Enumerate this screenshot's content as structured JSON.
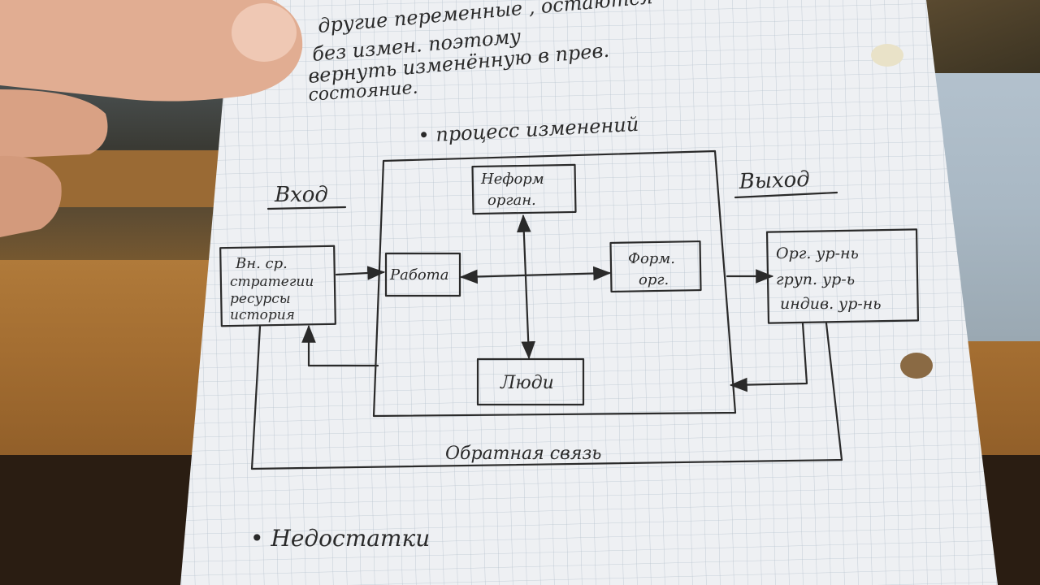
{
  "diagram": {
    "intro_lines": [
      "другие переменные , остаются",
      "без измен. поэтому",
      "вернуть изменённую в прев.",
      "состояние."
    ],
    "section_title": "• процесс изменений",
    "input_label": "Вход",
    "output_label": "Выход",
    "left_box": [
      "Вн. ср.",
      "стратегии",
      "ресурсы",
      "история"
    ],
    "box_informal": [
      "Неформ",
      "орган."
    ],
    "box_work": "Работа",
    "box_formal": [
      "Форм.",
      "орг."
    ],
    "box_people": "Люди",
    "right_box": [
      "Орг. ур-нь",
      "груп. ур-ь",
      "индив. ур-нь"
    ],
    "feedback_label": "Обратная связь",
    "bottom_heading": "• Недостатки"
  },
  "colors": {
    "paper": "#eef0f3",
    "grid": "#b9c4cf",
    "ink": "#2a2a2a",
    "skin": "#e4b49c"
  }
}
